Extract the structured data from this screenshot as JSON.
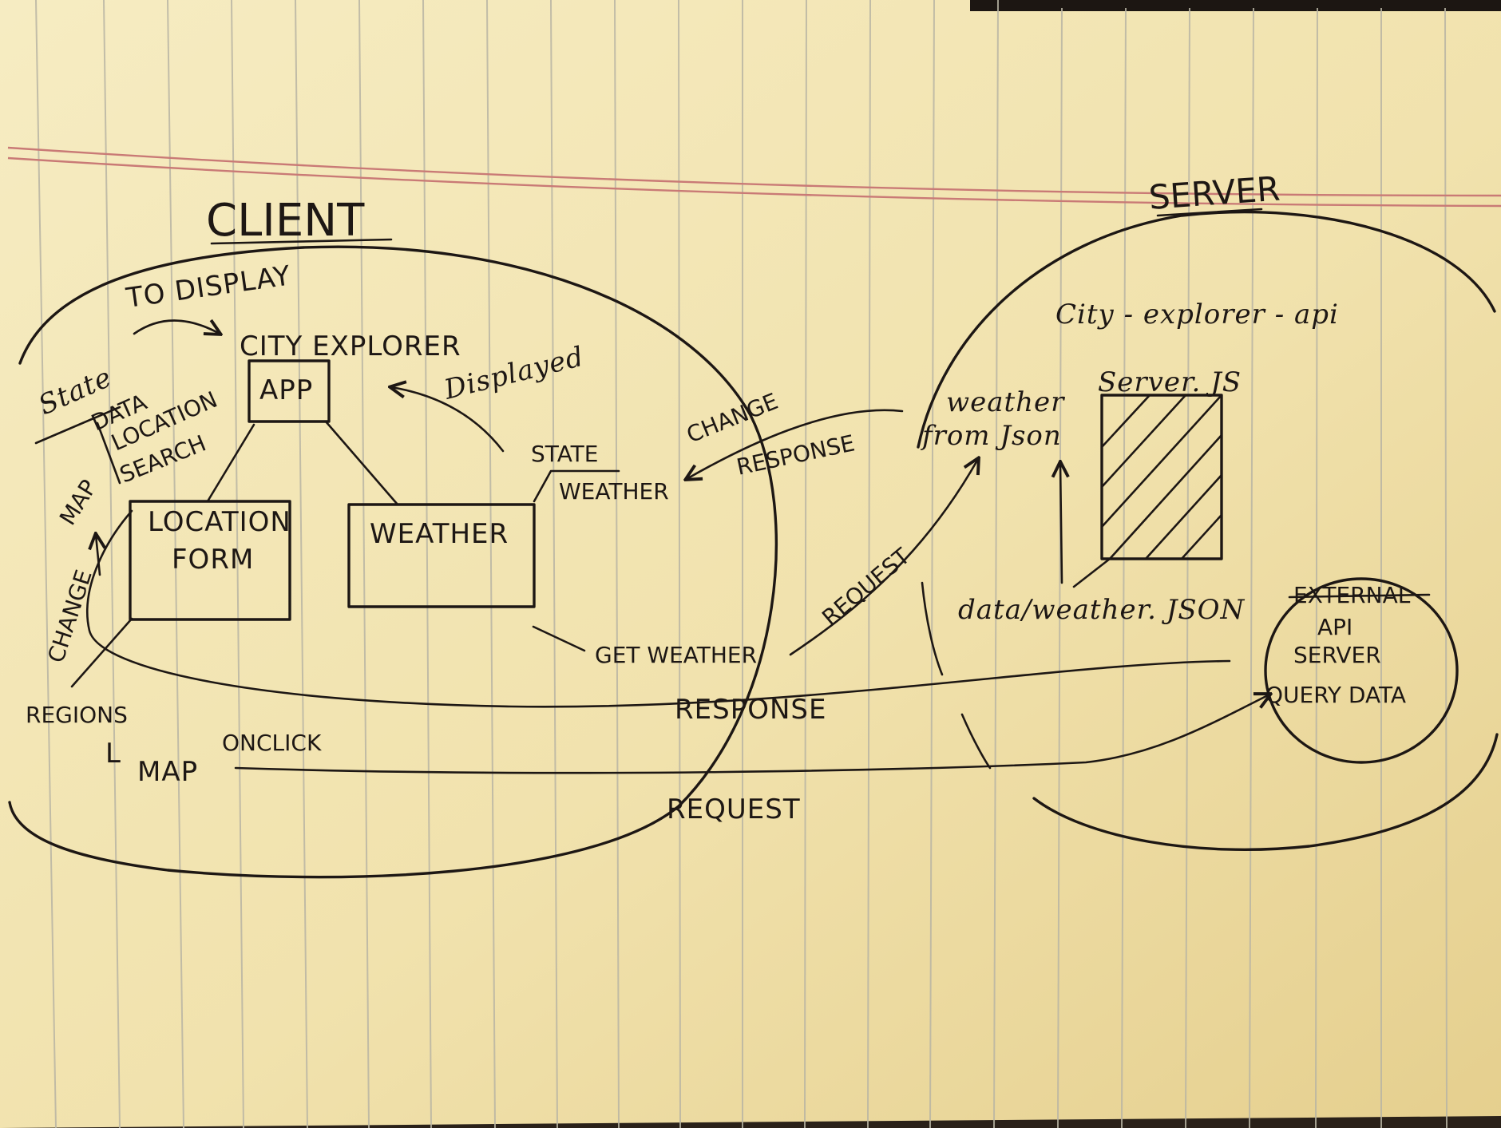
{
  "labels": {
    "client": "CLIENT",
    "server": "SERVER",
    "to_display": "TO DISPLAY",
    "city_explorer": "CITY EXPLORER",
    "app": "APP",
    "displayed": "Displayed",
    "state_left": "State",
    "data": "DATA",
    "location": "LOCATION",
    "search": "SEARCH",
    "map_left": "MAP",
    "location_form_1": "LOCATION",
    "location_form_2": "FORM",
    "weather_box": "WEATHER",
    "state_right": "STATE",
    "weather_state": "WEATHER",
    "change_1": "CHANGE",
    "response_1": "RESPONSE",
    "change_2": "CHANGE",
    "get_weather": "GET WEATHER",
    "request_1": "REQUEST",
    "regions": "REGIONS",
    "l_map_1": "L",
    "l_map_2": "MAP",
    "onclick": "ONCLICK",
    "response_2": "RESPONSE",
    "request_2": "REQUEST",
    "city_explorer_api": "City - explorer - api",
    "server_js": "Server. JS",
    "weather_from_json_1": "weather",
    "weather_from_json_2": "from Json",
    "data_weather_json": "data/weather. JSON",
    "external": "EXTERNAL",
    "api": "API",
    "server_ext": "SERVER",
    "query_data": "QUERY DATA"
  },
  "colors": {
    "paper": "#f3e7b6",
    "ink": "#1d1714",
    "ruled_line": "#b9b5a4",
    "margin_line": "#c97a76"
  }
}
